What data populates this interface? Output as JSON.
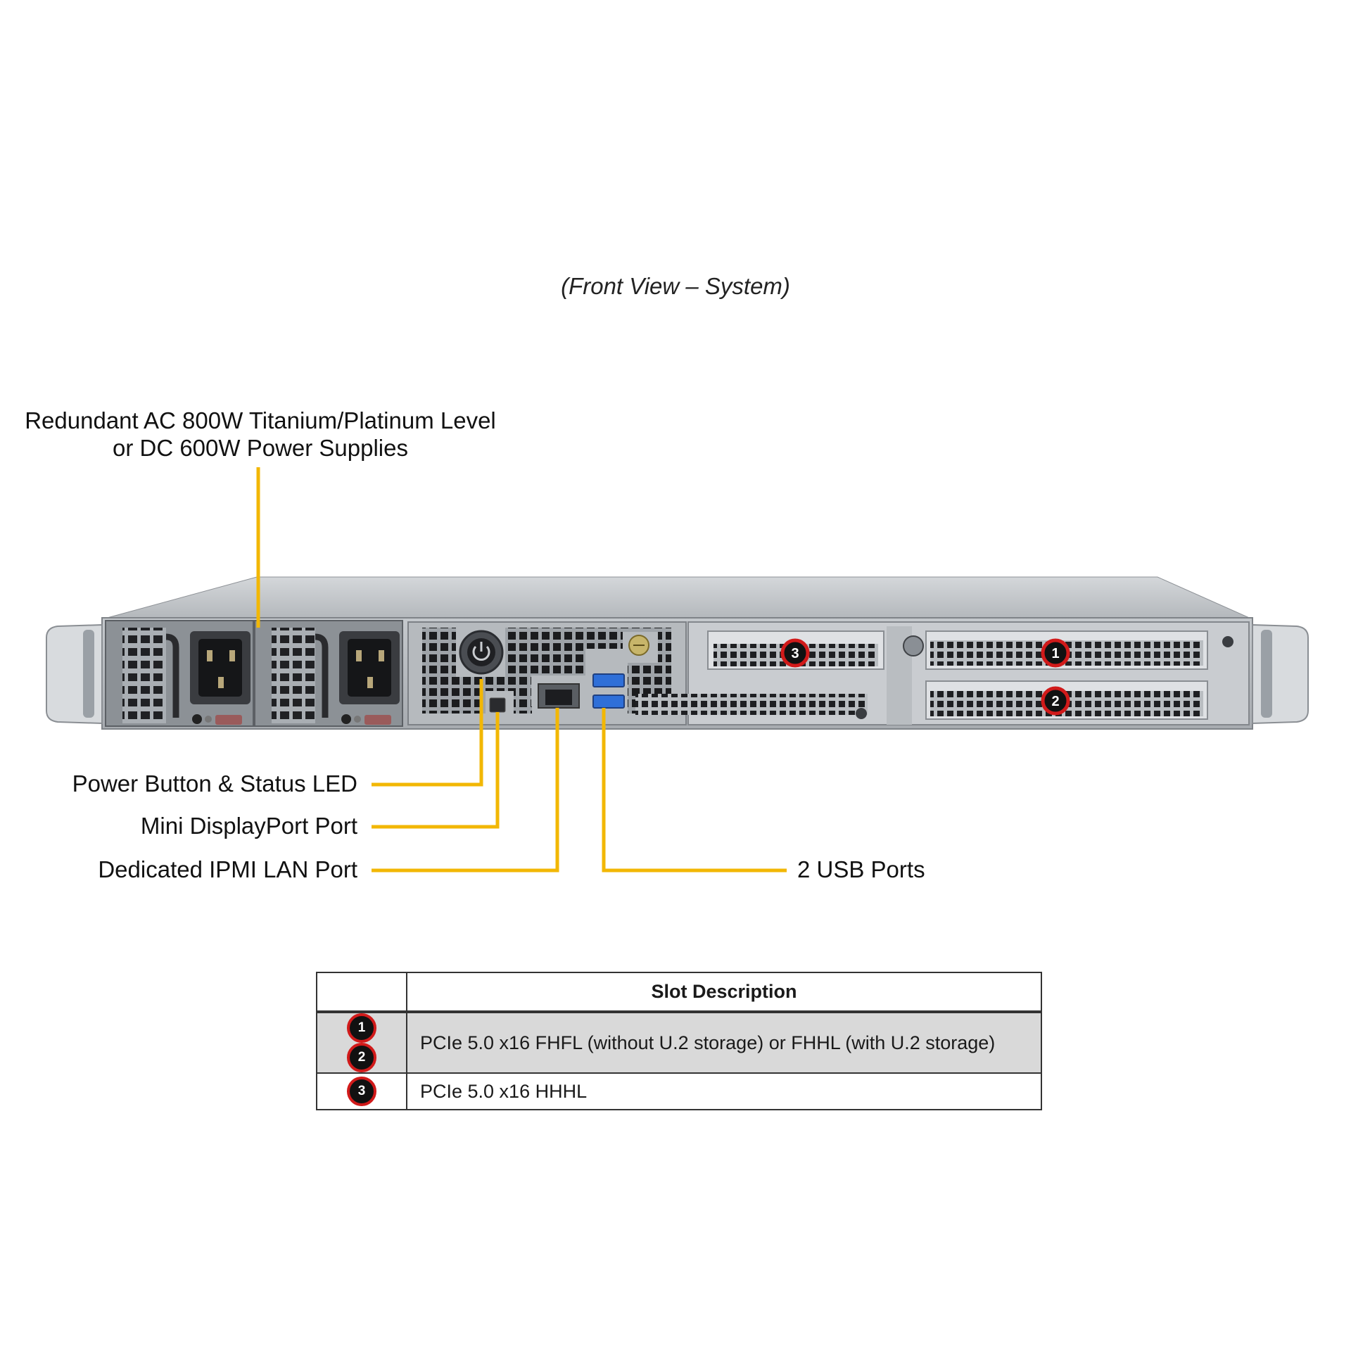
{
  "caption": "(Front View – System)",
  "labels": {
    "power_supplies_line1": "Redundant AC 800W Titanium/Platinum Level",
    "power_supplies_line2": "or DC 600W Power Supplies",
    "power_button": "Power Button & Status LED",
    "mini_displayport": "Mini DisplayPort Port",
    "ipmi_lan": "Dedicated IPMI LAN Port",
    "usb_ports": "2 USB Ports"
  },
  "slot_markers": [
    "1",
    "2",
    "3"
  ],
  "slot_table": {
    "header_blank": "",
    "header": "Slot Description",
    "rows": [
      {
        "badges": [
          "1",
          "2"
        ],
        "description": "PCIe 5.0 x16 FHFL (without U.2 storage) or FHHL (with U.2 storage)"
      },
      {
        "badges": [
          "3"
        ],
        "description": "PCIe 5.0 x16 HHHL"
      }
    ]
  },
  "colors": {
    "callout_line": "#f2b705",
    "badge_fill": "#111111",
    "badge_ring": "#d11a1a",
    "chassis": "#c8cbcf"
  }
}
